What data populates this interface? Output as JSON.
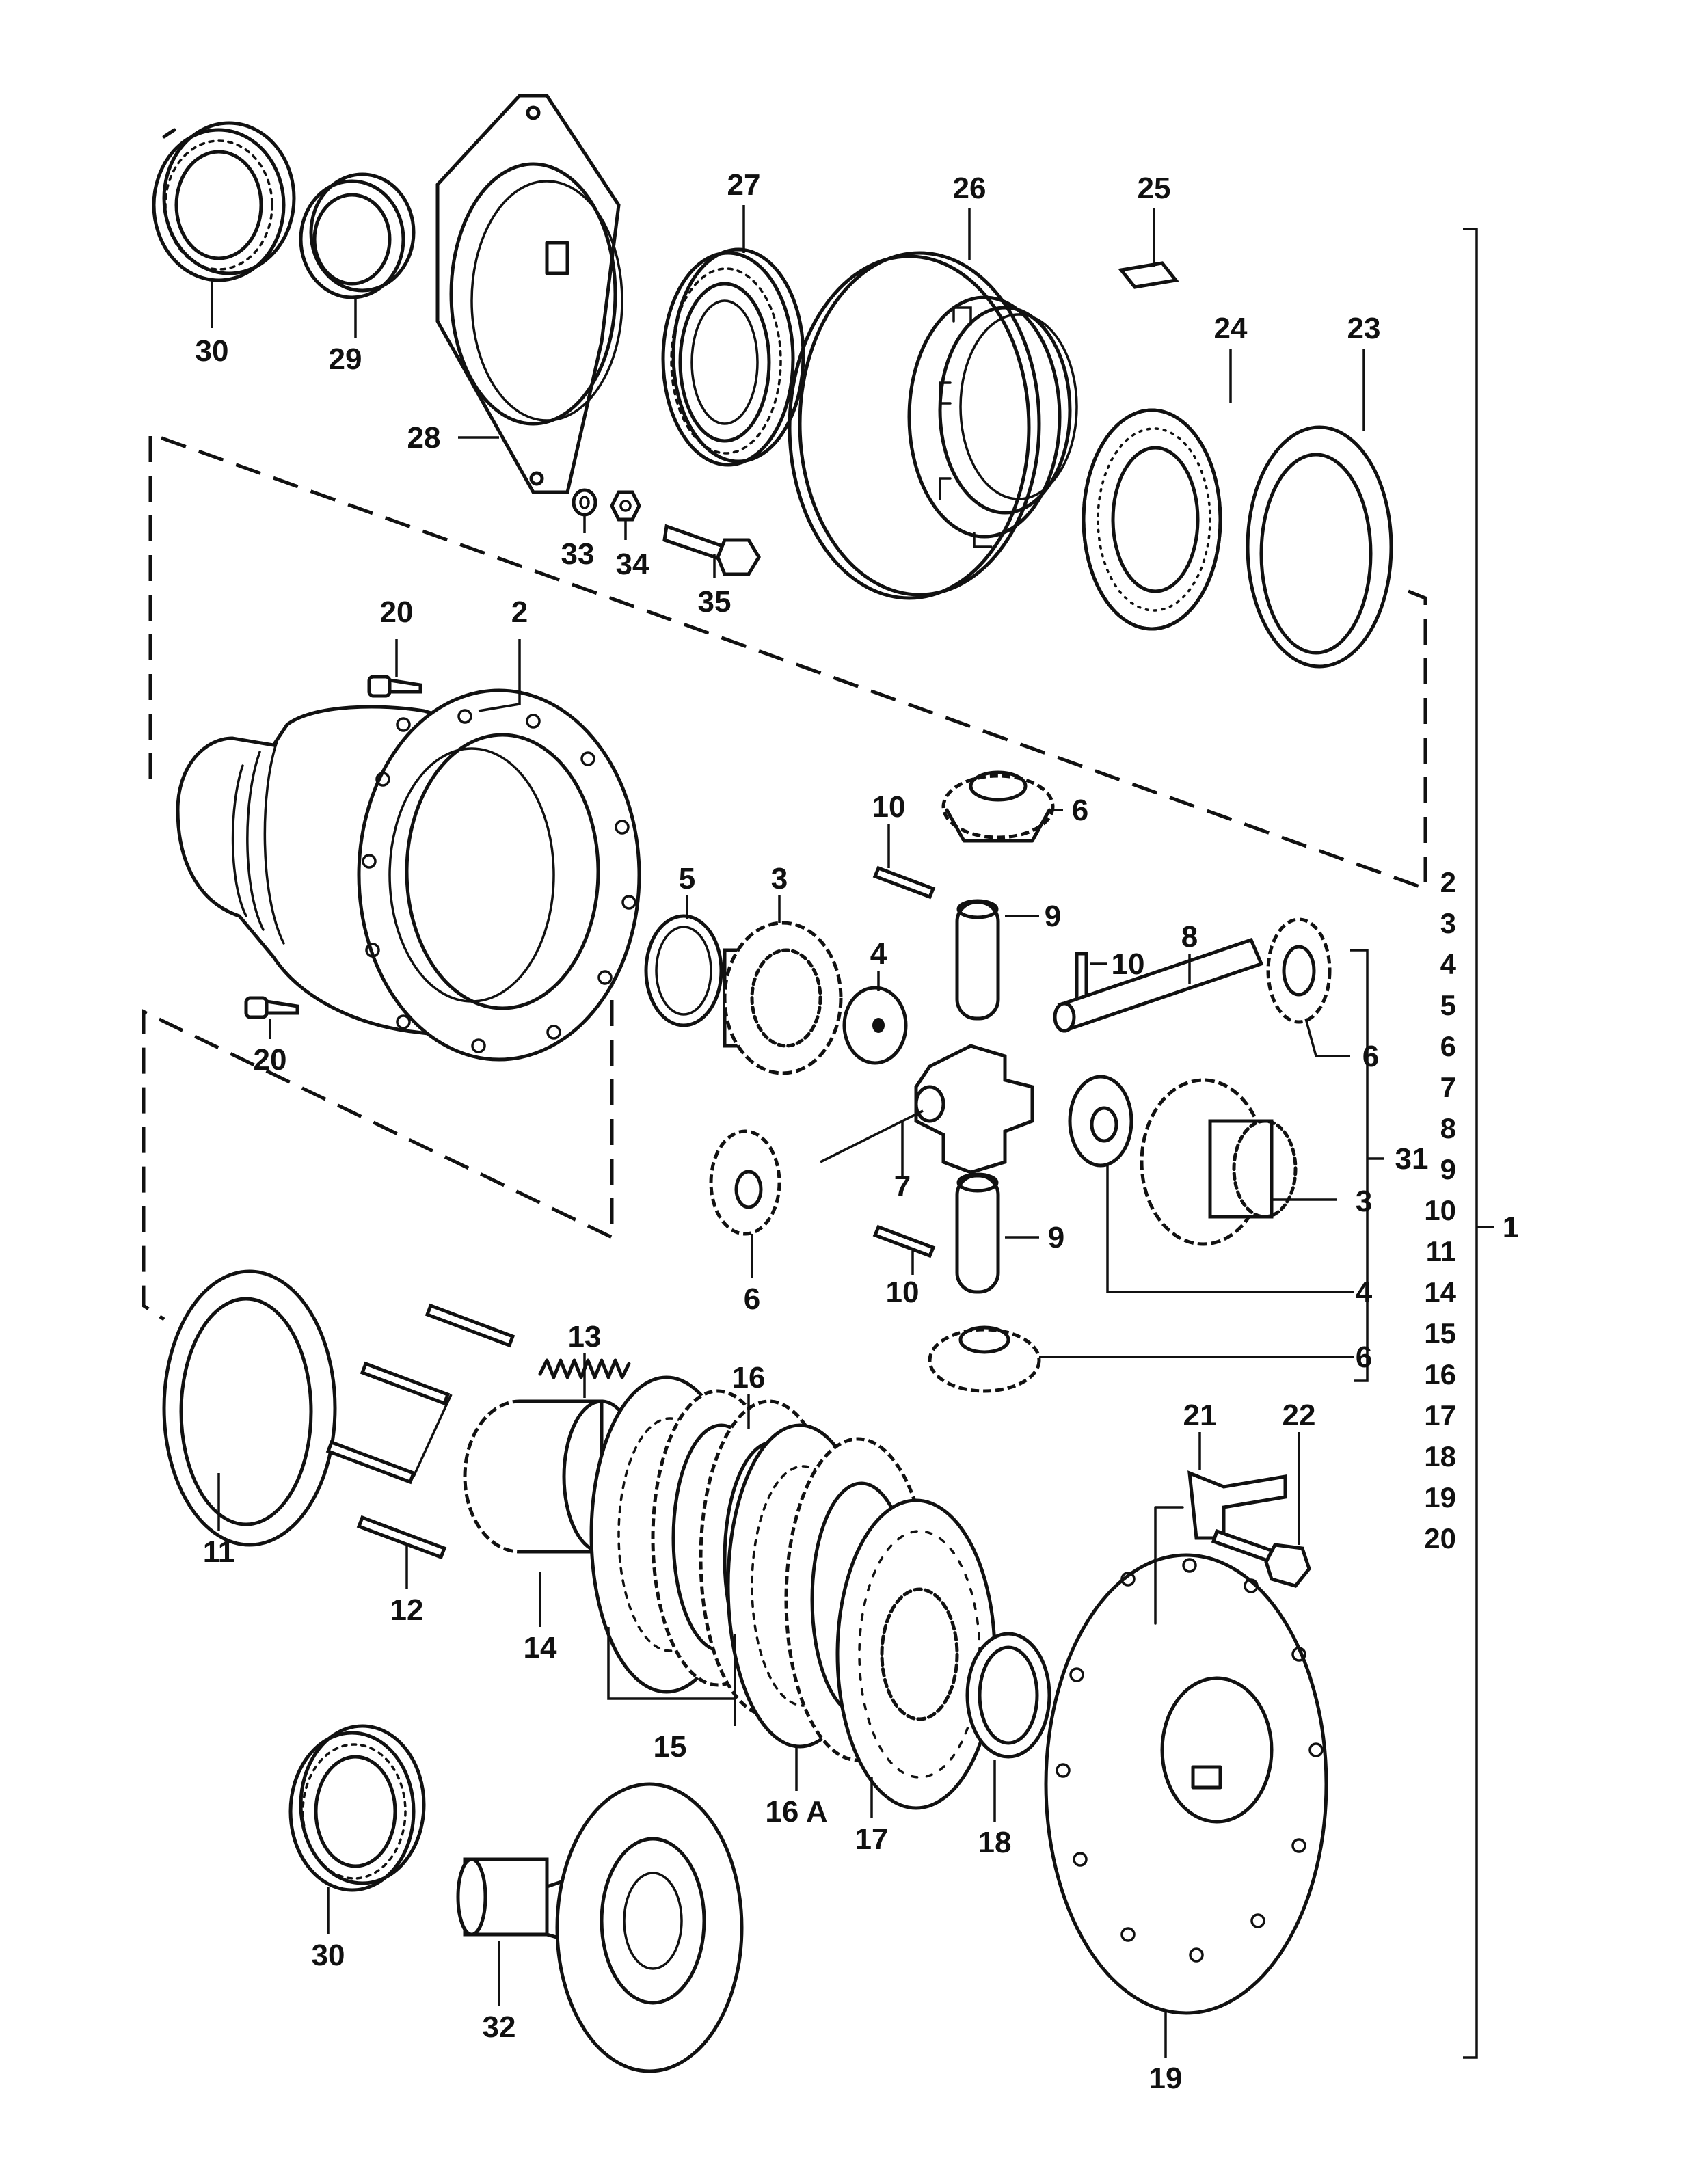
{
  "callouts": {
    "c30a": "30",
    "c29": "29",
    "c28": "28",
    "c27": "27",
    "c26": "26",
    "c25": "25",
    "c24": "24",
    "c23": "23",
    "c33": "33",
    "c34": "34",
    "c35": "35",
    "c20a": "20",
    "c2": "2",
    "c20b": "20",
    "c10a": "10",
    "c6a": "6",
    "c5": "5",
    "c3a": "3",
    "c9a": "9",
    "c4a": "4",
    "c10b": "10",
    "c8": "8",
    "c6b": "6",
    "c7": "7",
    "c31": "31",
    "c3b": "3",
    "c6c": "6",
    "c10c": "10",
    "c9b": "9",
    "c4b": "4",
    "c6d": "6",
    "c13": "13",
    "c16": "16",
    "c11": "11",
    "c12": "12",
    "c14": "14",
    "c15": "15",
    "c16a": "16 A",
    "c17": "17",
    "c18": "18",
    "c21": "21",
    "c22": "22",
    "c19b": "19",
    "c30b": "30",
    "c32": "32",
    "c1": "1"
  },
  "assembly_list": [
    "2",
    "3",
    "4",
    "5",
    "6",
    "7",
    "8",
    "9",
    "10",
    "11",
    "14",
    "15",
    "16",
    "17",
    "18",
    "19",
    "20"
  ]
}
